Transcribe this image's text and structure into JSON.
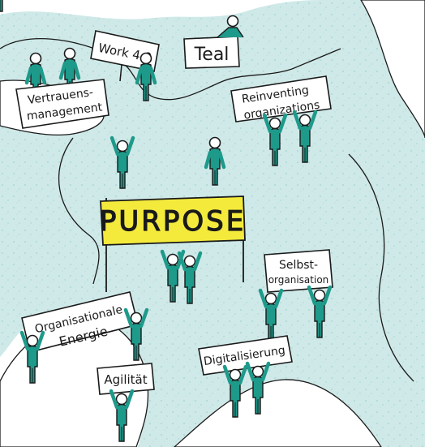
{
  "colors": {
    "river": "#cfe9e8",
    "river_speckle": "#9fd3d1",
    "figure": "#1e9a8b",
    "outline": "#1a1a1a",
    "banner": "#f4ea3c",
    "sign": "#ffffff"
  },
  "banner": {
    "text": "PURPOSE"
  },
  "signs": {
    "work40": "Work 4.0",
    "teal": "Teal",
    "vertrauens_1": "Vertrauens-",
    "vertrauens_2": "management",
    "reinventing_1": "Reinventing",
    "reinventing_2": "organizations",
    "selbst_1": "Selbst-",
    "selbst_2": "organisation",
    "energie_1": "Organisationale",
    "energie_2": "Energie",
    "digital": "Digitalisierung",
    "agilitaet": "Agilität"
  }
}
